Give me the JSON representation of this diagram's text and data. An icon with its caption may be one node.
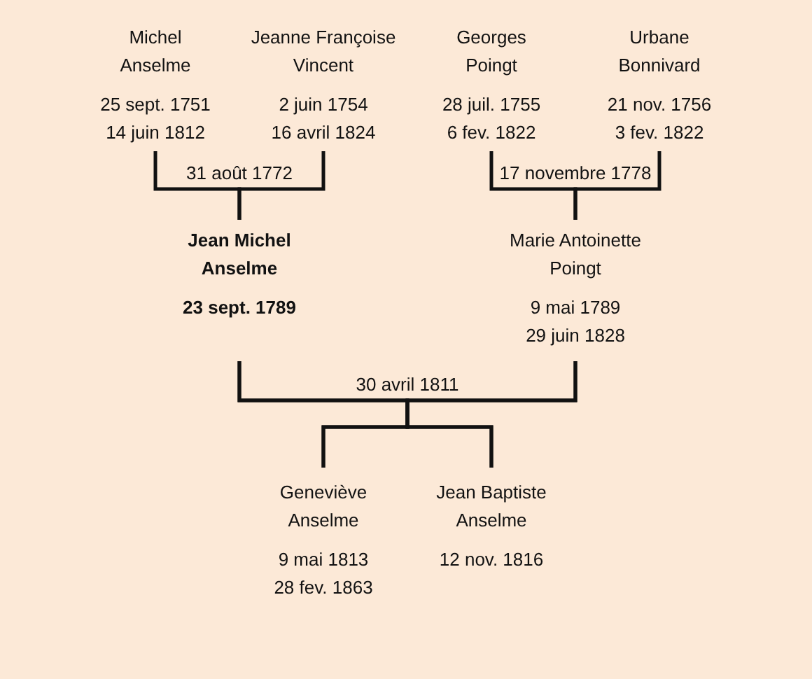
{
  "diagram": {
    "nodes": [
      {
        "text": [
          "Michel Anselme",
          "25 sept. 1751",
          "14 juin 1812"
        ]
      },
      {
        "text": [
          "Jeanne Françoise Vincent",
          "2 juin 1754",
          "16 avril 1824"
        ]
      },
      {
        "text": [
          "Georges Poingt",
          "28 juil. 1755",
          "6 fev. 1822"
        ]
      },
      {
        "text": [
          "Urbane Bonnivard",
          "21 nov. 1756",
          "3 fev. 1822"
        ]
      },
      {
        "text": [
          "Jean Michel Anselme",
          "23 sept. 1789"
        ]
      },
      {
        "text": [
          "Marie Antoinette Poingt",
          "9 mai 1789",
          "29 juin 1828"
        ]
      },
      {
        "text": [
          "Geneviève Anselme",
          "9 mai 1813",
          "28 fev. 1863"
        ]
      },
      {
        "text": [
          "Jean Baptiste Anselme",
          "12 nov. 1816"
        ]
      }
    ],
    "edges": [
      {
        "from": 0,
        "to": 4,
        "arrow": "none",
        "label": "31 août 1772"
      },
      {
        "from": 1,
        "to": 4,
        "arrow": "none"
      },
      {
        "from": 2,
        "to": 5,
        "arrow": "none",
        "label": "17 novembre 1778"
      },
      {
        "from": 3,
        "to": 5,
        "arrow": "none"
      },
      {
        "from": 4,
        "to": 6,
        "arrow": "none",
        "label": "30 avril 1811"
      },
      {
        "from": 4,
        "to": 7,
        "arrow": "none"
      },
      {
        "from": 5,
        "to": 6,
        "arrow": "none"
      },
      {
        "from": 5,
        "to": 7,
        "arrow": "none"
      }
    ]
  }
}
